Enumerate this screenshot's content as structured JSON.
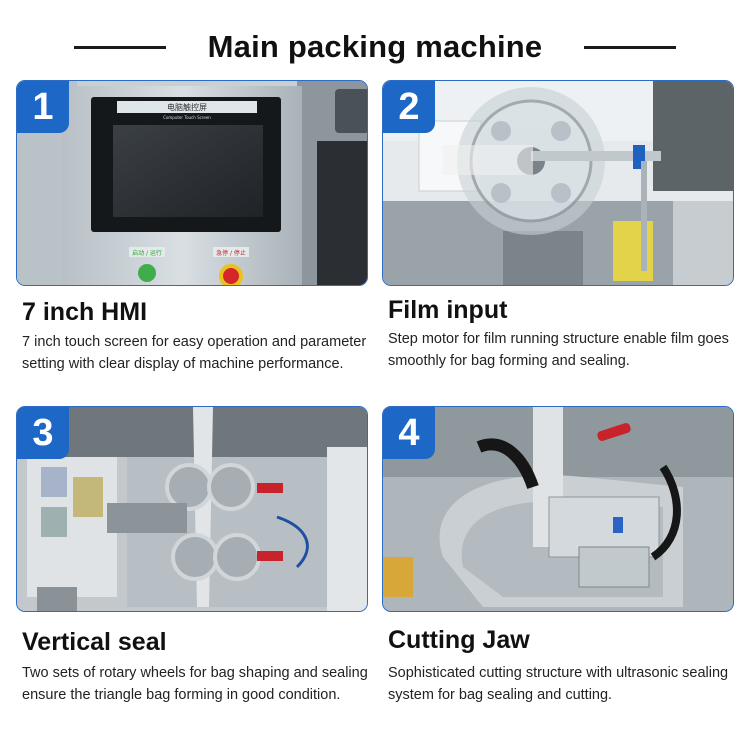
{
  "title": "Main packing machine",
  "colors": {
    "accent": "#1d67c6",
    "border": "#2b6cc4"
  },
  "panels": [
    {
      "number": "1",
      "heading": "7 inch HMI",
      "description": "7 inch touch screen for easy operation and parameter setting with clear display of machine performance.",
      "screen_label": "电脑触控屏",
      "screen_sublabel": "Computer Touch Screen",
      "button_green": "启动 / 运行",
      "button_red": "急停 / 停止"
    },
    {
      "number": "2",
      "heading": "Film input",
      "description": "Step motor for film running structure enable film goes smoothly for bag forming and sealing."
    },
    {
      "number": "3",
      "heading": "Vertical seal",
      "description": "Two sets of rotary wheels for bag shaping and sealing ensure the triangle bag forming in good condition."
    },
    {
      "number": "4",
      "heading": "Cutting Jaw",
      "description": "Sophisticated cutting structure with ultrasonic sealing system for bag sealing and cutting."
    }
  ]
}
